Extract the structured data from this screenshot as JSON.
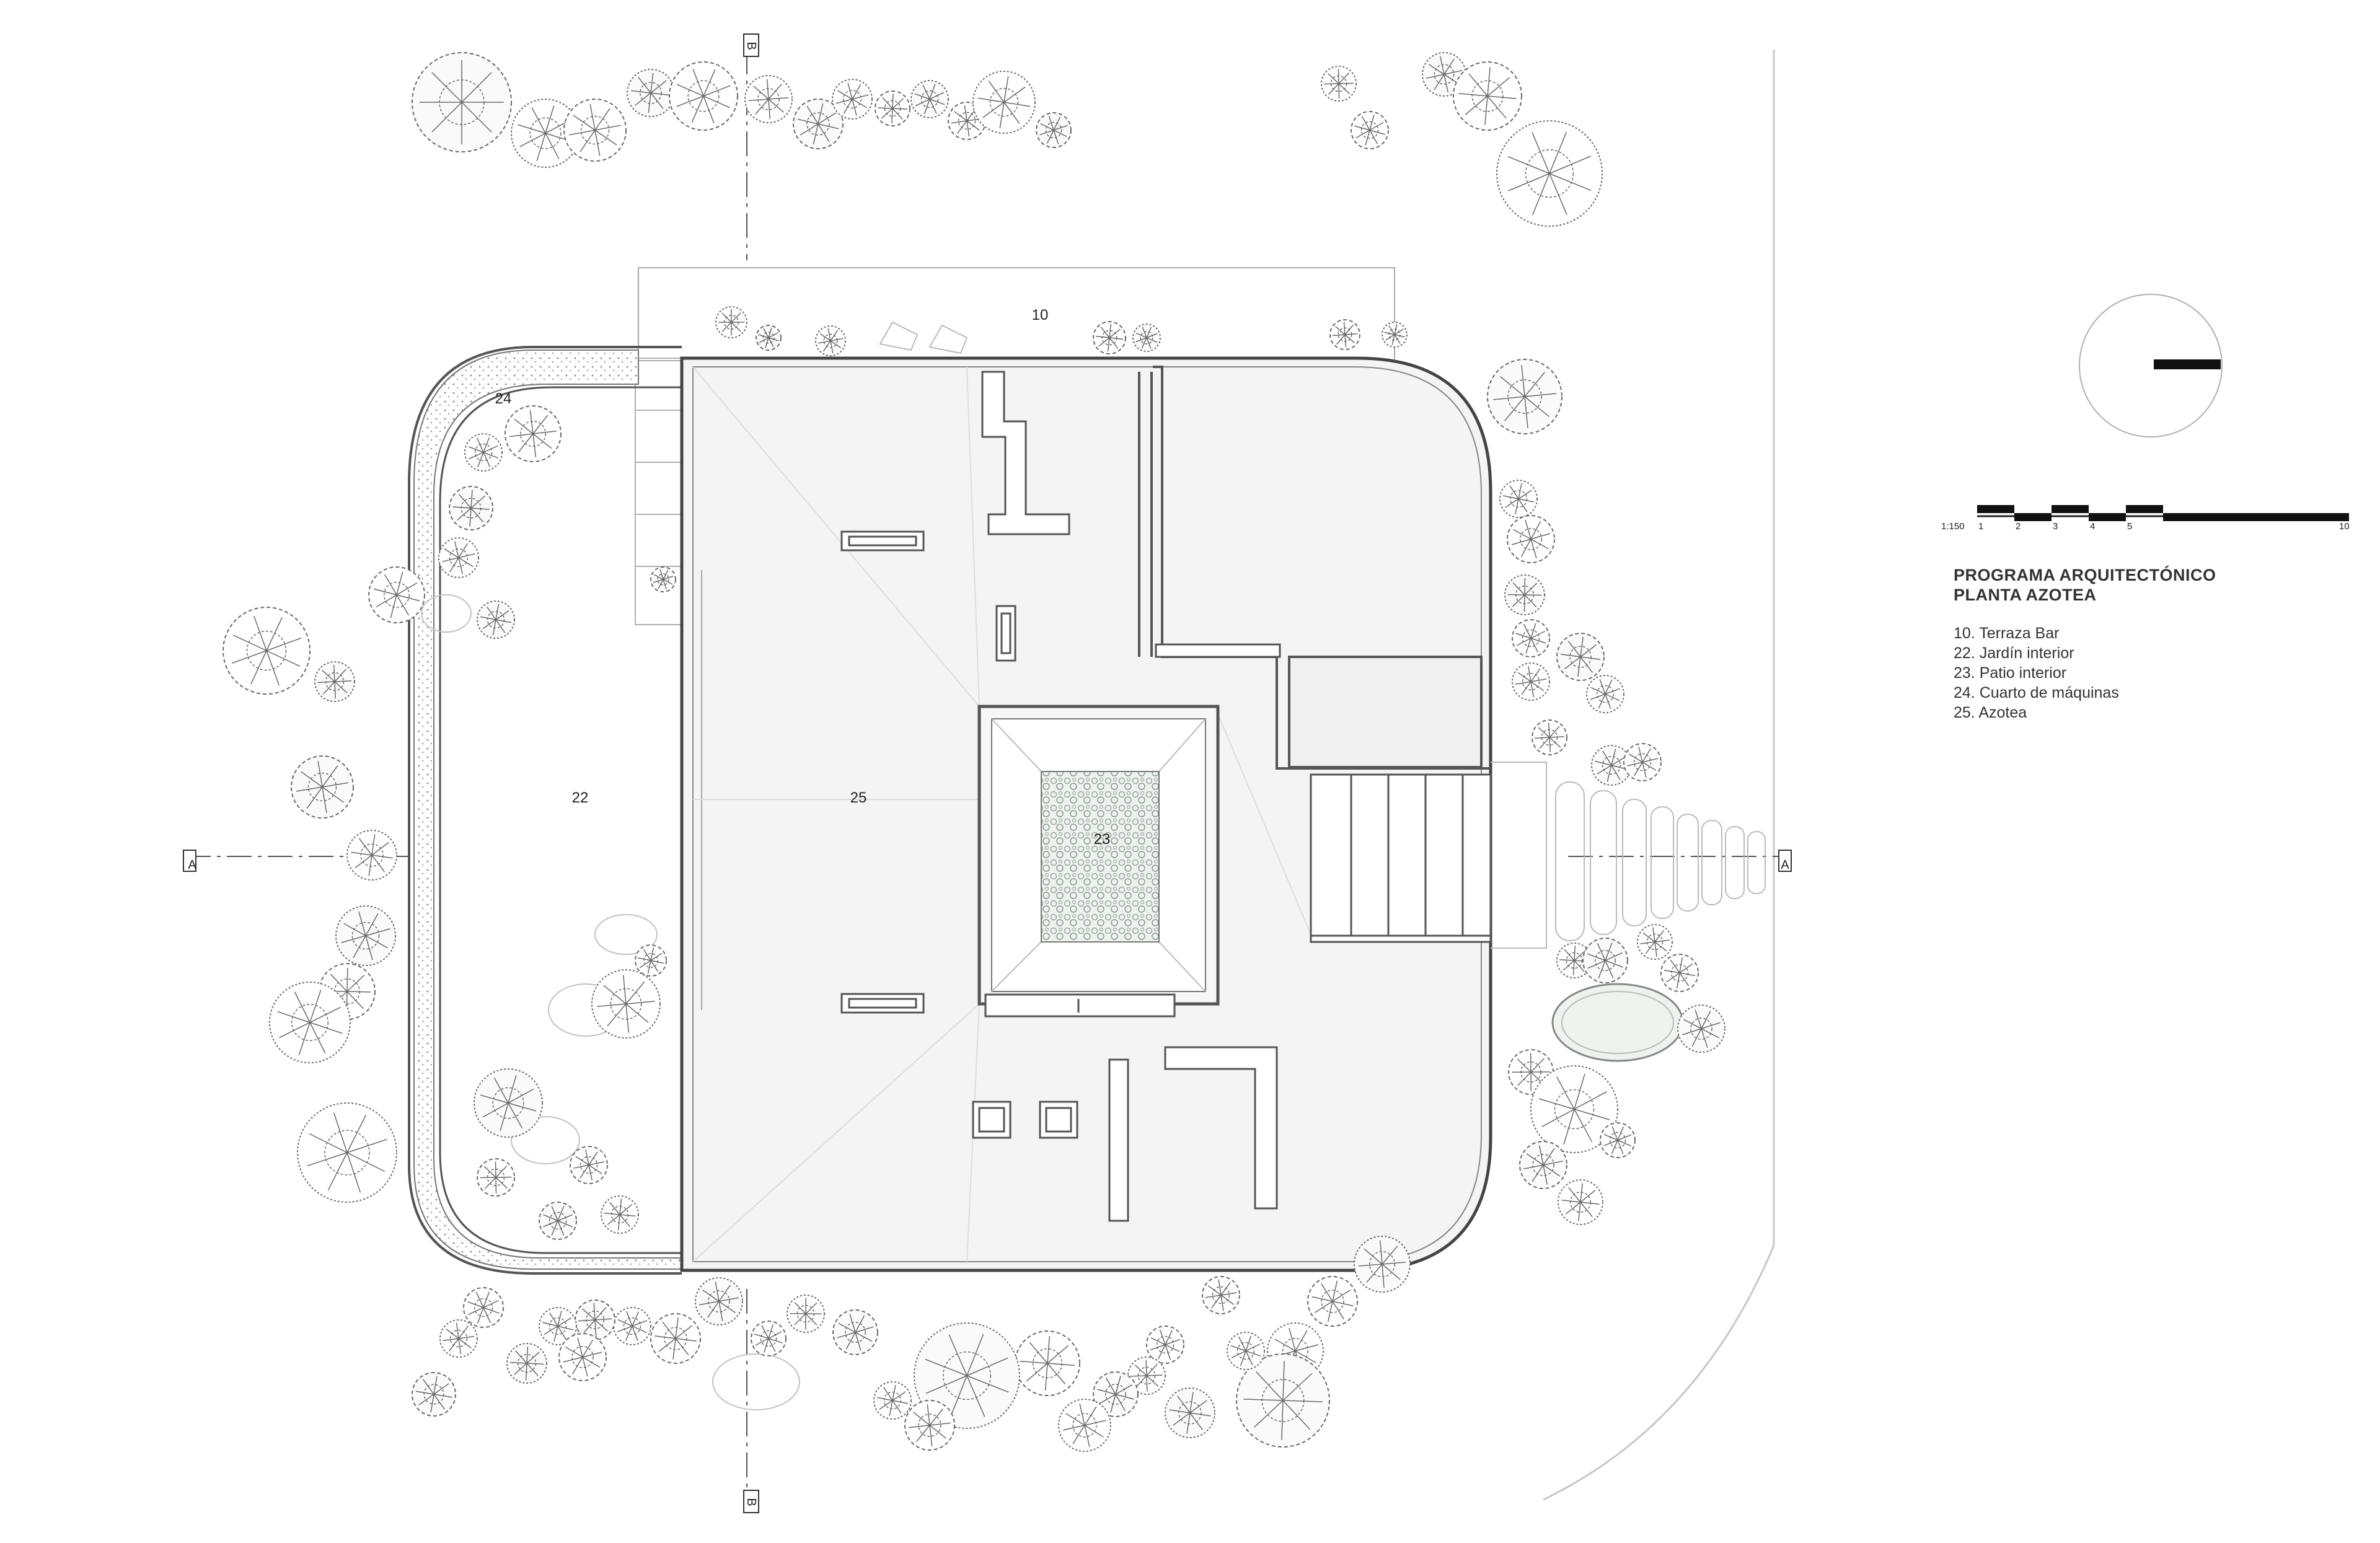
{
  "plan": {
    "labels": {
      "terrace": "10",
      "garden": "22",
      "patio": "23",
      "machine_room": "24",
      "roof": "25"
    },
    "section_marks": {
      "b_top": "B",
      "b_bottom": "B",
      "a_left": "A",
      "a_right": "A"
    }
  },
  "scale_bar": {
    "ratio": "1:150",
    "ticks": [
      "1",
      "2",
      "3",
      "4",
      "5",
      "10"
    ]
  },
  "legend": {
    "title_line1": "PROGRAMA ARQUITECTÓNICO",
    "title_line2": "PLANTA AZOTEA",
    "items": [
      "10. Terraza Bar",
      "22. Jardín interior",
      "23. Patio interior",
      "24. Cuarto de máquinas",
      "25. Azotea"
    ]
  },
  "colors": {
    "line": "#555555",
    "fill": "#f4f4f4",
    "tree": "#6a6a6a",
    "ink": "#111111"
  },
  "icons": {
    "north": "north-arrow-icon",
    "trees": "tree-symbol-icon"
  }
}
